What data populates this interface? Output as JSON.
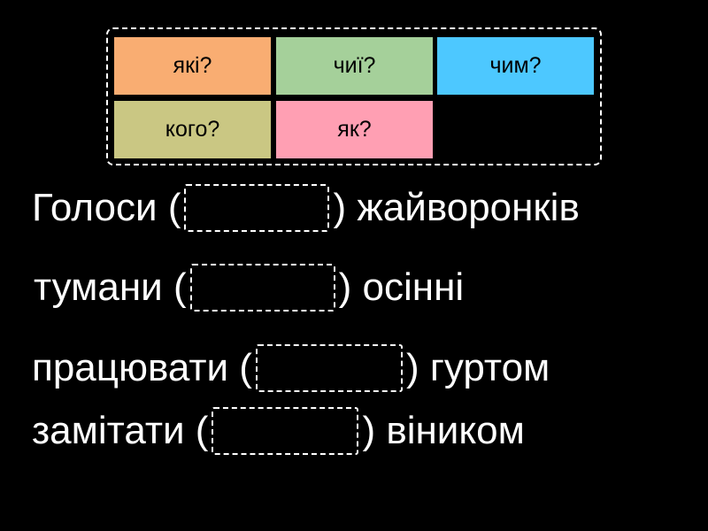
{
  "tiles": [
    {
      "label": "які?",
      "color": "#f9ad72"
    },
    {
      "label": "чиї?",
      "color": "#a5d09a"
    },
    {
      "label": "чим?",
      "color": "#4dc8ff"
    },
    {
      "label": "кого?",
      "color": "#cac783"
    },
    {
      "label": "як?",
      "color": "#ff9fb3"
    }
  ],
  "sentences": [
    {
      "before": "Голоси (",
      "after": ") жайворонків"
    },
    {
      "before": "тумани (",
      "after": ") осінні"
    },
    {
      "before": "працювати (",
      "after": ") гуртом"
    },
    {
      "before": "замітати (",
      "after": ") віником"
    }
  ]
}
